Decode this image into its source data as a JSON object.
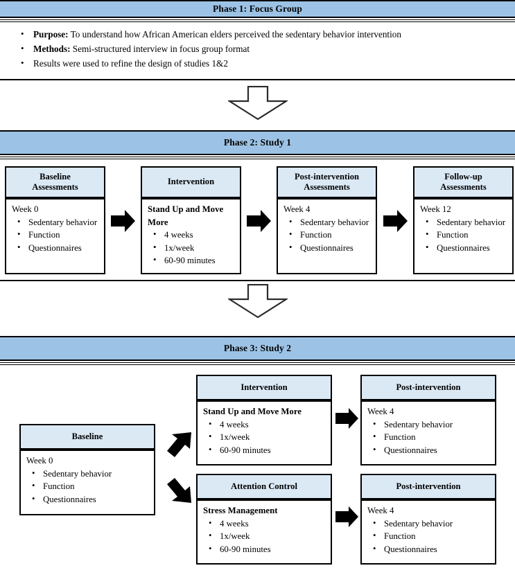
{
  "figure": {
    "title": "Study phases flow diagram",
    "colors": {
      "phase_bar": "#9cc3e5",
      "box_header": "#dbe9f5",
      "box_body": "#ffffff",
      "border": "#000000",
      "arrow_solid": "#000000",
      "arrow_hollow_fill": "#ffffff"
    }
  },
  "phases": [
    {
      "id": "phase1",
      "header": "Phase 1: Focus Group",
      "bullets": [
        {
          "lead": "Purpose:",
          "text": " To understand how African American elders perceived the sedentary behavior intervention"
        },
        {
          "lead": "Methods:",
          "text": " Semi-structured interview in focus group format"
        },
        {
          "lead": "",
          "text": "Results were used to refine the design of studies 1&2"
        }
      ]
    },
    {
      "id": "phase2",
      "header": "Phase 2: Study 1",
      "boxes": [
        {
          "name": "baseline-assessments",
          "header": "Baseline\nAssessments",
          "header_line1": "Baseline",
          "header_line2": "Assessments",
          "body_title": "Week 0",
          "body_title_bold": false,
          "items": [
            "Sedentary behavior",
            "Function",
            "Questionnaires"
          ]
        },
        {
          "name": "intervention",
          "header": "Intervention",
          "header_line1": "Intervention",
          "header_line2": "",
          "body_title": "Stand Up and Move More",
          "body_title_bold": true,
          "items": [
            "4 weeks",
            "1x/week",
            "60-90 minutes"
          ]
        },
        {
          "name": "post-intervention-assessments",
          "header": "Post-intervention\nAssessments",
          "header_line1": "Post-intervention",
          "header_line2": "Assessments",
          "body_title": "Week 4",
          "body_title_bold": false,
          "items": [
            "Sedentary behavior",
            "Function",
            "Questionnaires"
          ]
        },
        {
          "name": "follow-up-assessments",
          "header": "Follow-up\nAssessments",
          "header_line1": "Follow-up",
          "header_line2": "Assessments",
          "body_title": "Week 12",
          "body_title_bold": false,
          "items": [
            "Sedentary behavior",
            "Function",
            "Questionnaires"
          ]
        }
      ]
    },
    {
      "id": "phase3",
      "header": "Phase 3: Study 2",
      "boxes": [
        {
          "name": "baseline",
          "header_line1": "Baseline",
          "body_title": "Week 0",
          "body_title_bold": false,
          "items": [
            "Sedentary behavior",
            "Function",
            "Questionnaires"
          ]
        },
        {
          "name": "intervention",
          "header_line1": "Intervention",
          "body_title": "Stand Up and Move More",
          "body_title_bold": true,
          "items": [
            "4 weeks",
            "1x/week",
            "60-90 minutes"
          ]
        },
        {
          "name": "post-intervention-top",
          "header_line1": "Post-intervention",
          "body_title": "Week 4",
          "body_title_bold": false,
          "items": [
            "Sedentary behavior",
            "Function",
            "Questionnaires"
          ]
        },
        {
          "name": "attention-control",
          "header_line1": "Attention Control",
          "body_title": "Stress Management",
          "body_title_bold": true,
          "items": [
            "4 weeks",
            "1x/week",
            "60-90 minutes"
          ]
        },
        {
          "name": "post-intervention-bottom",
          "header_line1": "Post-intervention",
          "body_title": "Week 4",
          "body_title_bold": false,
          "items": [
            "Sedentary behavior",
            "Function",
            "Questionnaires"
          ]
        }
      ]
    }
  ],
  "arrows": {
    "phase1_to_phase2": "down-arrow-hollow-icon",
    "phase2_to_phase3": "down-arrow-hollow-icon",
    "p2_a1": "right-arrow-icon",
    "p2_a2": "right-arrow-icon",
    "p2_a3": "right-arrow-icon",
    "p3_up": "up-right-arrow-icon",
    "p3_down": "down-right-arrow-icon",
    "p3_top_right": "right-arrow-icon",
    "p3_bottom_right": "right-arrow-icon"
  }
}
